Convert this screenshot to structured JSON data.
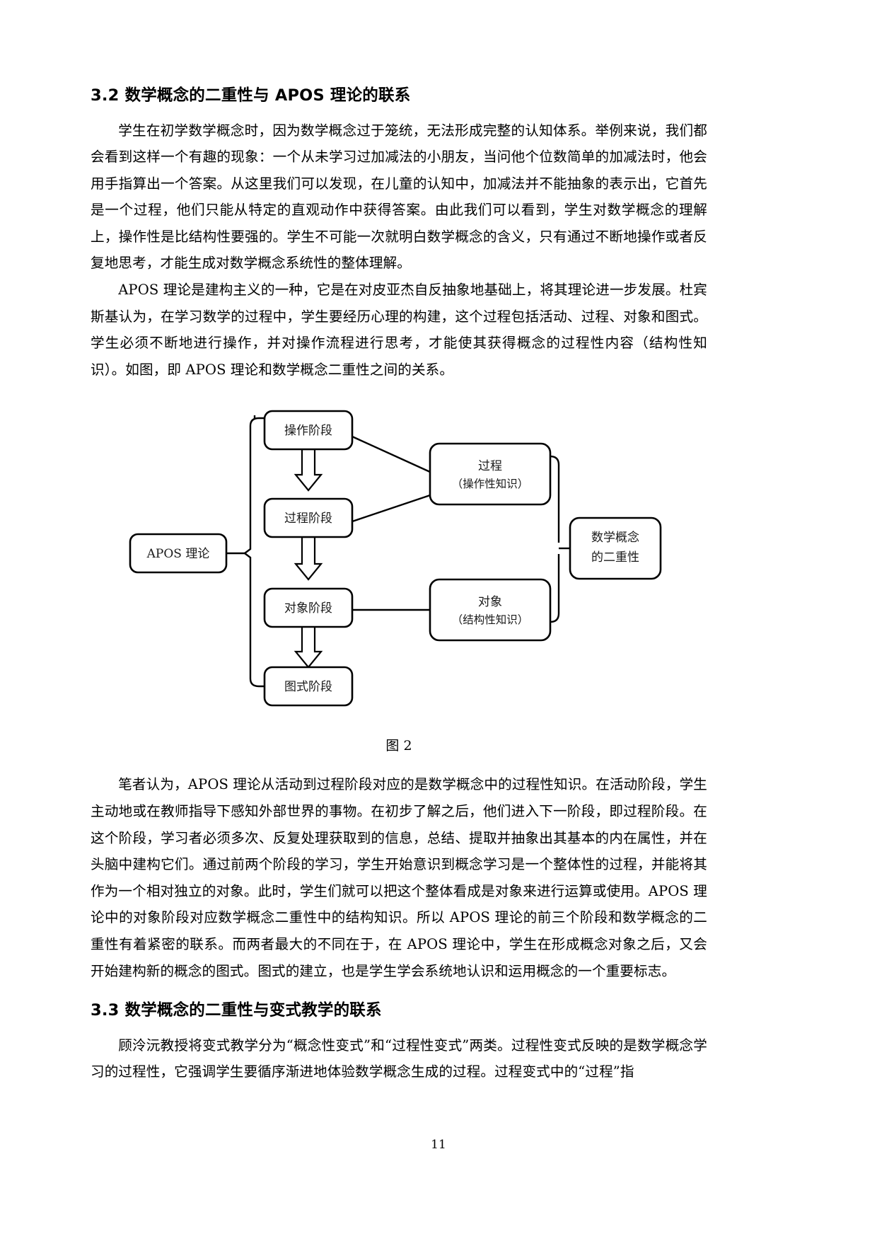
{
  "page": {
    "number": "11",
    "language": "zh-CN"
  },
  "sections": [
    {
      "heading": "3.2 数学概念的二重性与 APOS 理论的联系",
      "paragraphs": [
        "学生在初学数学概念时，因为数学概念过于笼统，无法形成完整的认知体系。举例来说，我们都会看到这样一个有趣的现象：一个从未学习过加减法的小朋友，当问他个位数简单的加减法时，他会用手指算出一个答案。从这里我们可以发现，在儿童的认知中，加减法并不能抽象的表示出，它首先是一个过程，他们只能从特定的直观动作中获得答案。由此我们可以看到，学生对数学概念的理解上，操作性是比结构性要强的。学生不可能一次就明白数学概念的含义，只有通过不断地操作或者反复地思考，才能生成对数学概念系统性的整体理解。",
        "APOS 理论是建构主义的一种，它是在对皮亚杰自反抽象地基础上，将其理论进一步发展。杜宾斯基认为，在学习数学的过程中，学生要经历心理的构建，这个过程包括活动、过程、对象和图式。学生必须不断地进行操作，并对操作流程进行思考，才能使其获得概念的过程性内容（结构性知识）。如图，即 APOS 理论和数学概念二重性之间的关系。"
      ]
    }
  ],
  "figure": {
    "caption": "图 2",
    "nodes": {
      "root": "APOS 理论",
      "stage1": "操作阶段",
      "stage2": "过程阶段",
      "stage3": "对象阶段",
      "stage4": "图式阶段",
      "process_line1": "过程",
      "process_line2": "（操作性知识）",
      "object_line1": "对象",
      "object_line2": "（结构性知识）",
      "duality_line1": "数学概念",
      "duality_line2": "的二重性"
    }
  },
  "sections_after_figure": [
    {
      "paragraphs": [
        "笔者认为，APOS 理论从活动到过程阶段对应的是数学概念中的过程性知识。在活动阶段，学生主动地或在教师指导下感知外部世界的事物。在初步了解之后，他们进入下一阶段，即过程阶段。在这个阶段，学习者必须多次、反复处理获取到的信息，总结、提取并抽象出其基本的内在属性，并在头脑中建构它们。通过前两个阶段的学习，学生开始意识到概念学习是一个整体性的过程，并能将其作为一个相对独立的对象。此时，学生们就可以把这个整体看成是对象来进行运算或使用。APOS 理论中的对象阶段对应数学概念二重性中的结构知识。所以 APOS 理论的前三个阶段和数学概念的二重性有着紧密的联系。而两者最大的不同在于，在 APOS 理论中，学生在形成概念对象之后，又会开始建构新的概念的图式。图式的建立，也是学生学会系统地认识和运用概念的一个重要标志。"
      ]
    },
    {
      "heading": "3.3 数学概念的二重性与变式教学的联系",
      "paragraphs": [
        "顾泠沅教授将变式教学分为“概念性变式”和“过程性变式”两类。过程性变式反映的是数学概念学习的过程性，它强调学生要循序渐进地体验数学概念生成的过程。过程变式中的“过程”指"
      ]
    }
  ]
}
